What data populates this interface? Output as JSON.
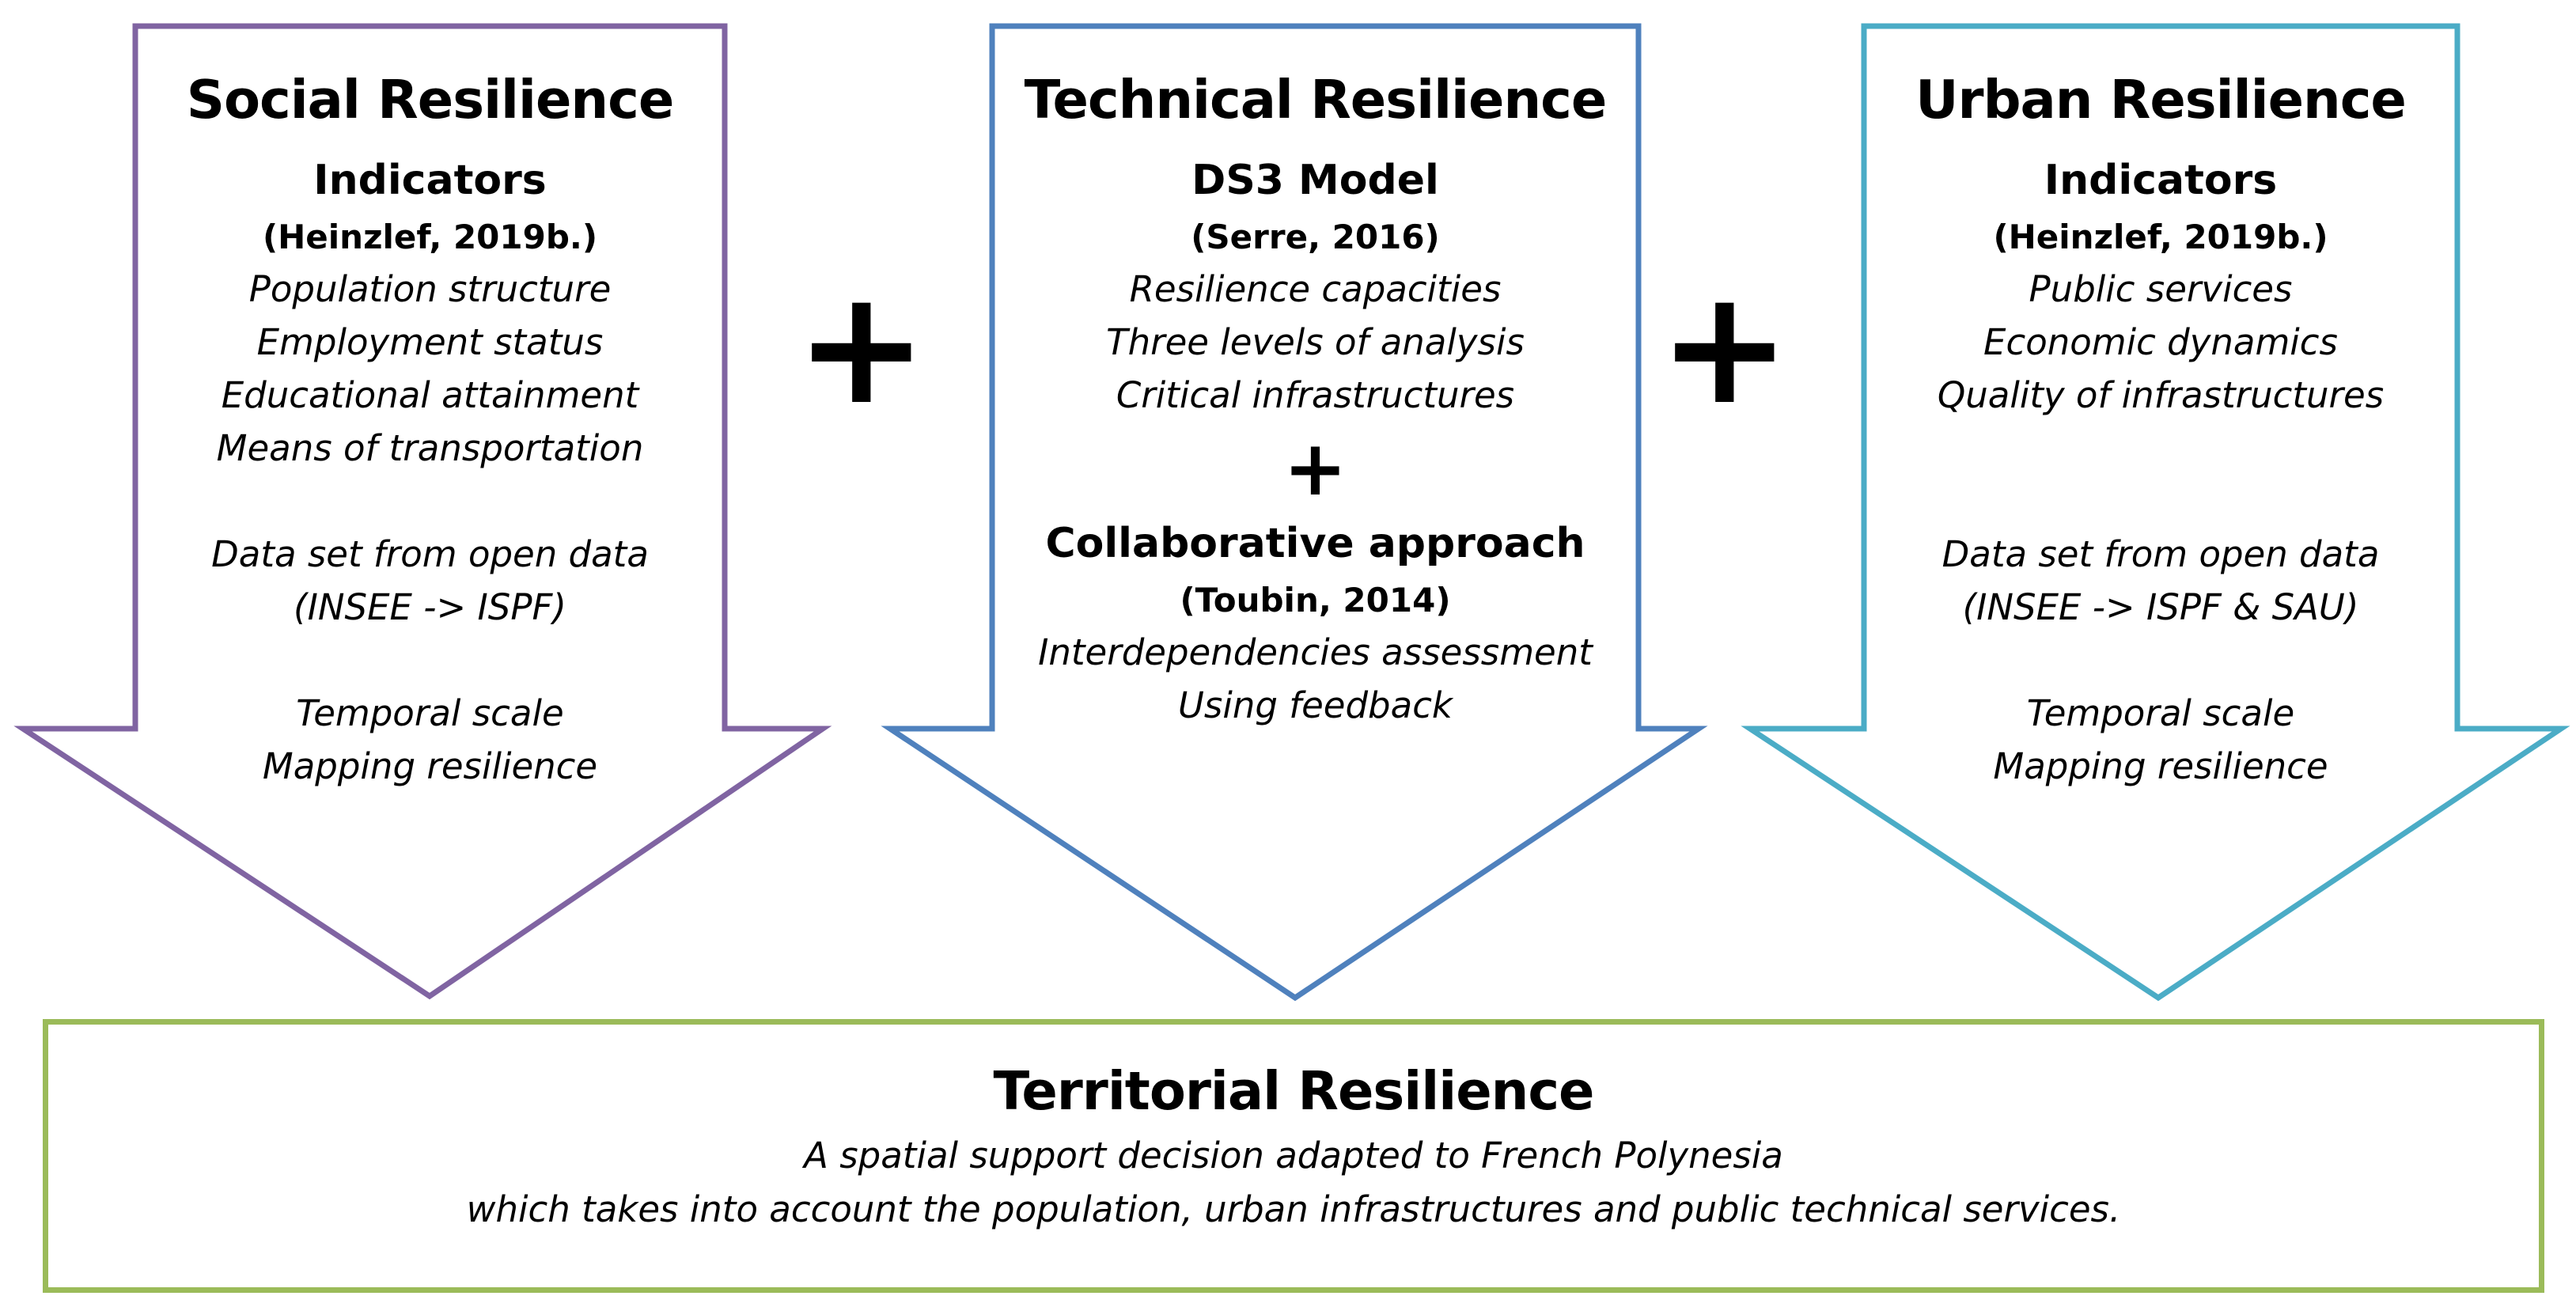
{
  "colors": {
    "social": "#8064a2",
    "technical": "#4f81bd",
    "urban": "#4bacc6",
    "territorial": "#9bbb59"
  },
  "social": {
    "title": "Social Resilience",
    "subtitle": "Indicators",
    "reference": "(Heinzlef, 2019b.)",
    "items": [
      "Population structure",
      "Employment status",
      "Educational attainment",
      "Means of transportation"
    ],
    "data_lines": [
      "Data set from open data",
      "(INSEE -> ISPF)"
    ],
    "extra_items": [
      "Temporal scale",
      "Mapping resilience"
    ]
  },
  "technical": {
    "title": "Technical Resilience",
    "subtitle": "DS3 Model",
    "reference": "(Serre, 2016)",
    "items": [
      "Resilience capacities",
      "Three levels of analysis",
      "Critical infrastructures"
    ],
    "plus": "+",
    "subtitle2": "Collaborative approach",
    "reference2": "(Toubin, 2014)",
    "items2": [
      "Interdependencies assessment",
      "Using feedback"
    ]
  },
  "urban": {
    "title": "Urban Resilience",
    "subtitle": "Indicators",
    "reference": "(Heinzlef, 2019b.)",
    "items": [
      "Public services",
      "Economic dynamics",
      "Quality of infrastructures"
    ],
    "data_lines": [
      "Data set from open data",
      "(INSEE -> ISPF & SAU)"
    ],
    "extra_items": [
      "Temporal scale",
      "Mapping resilience"
    ]
  },
  "operators": {
    "plus_1": "+",
    "plus_2": "+"
  },
  "territorial": {
    "title": "Territorial Resilience",
    "lines": [
      "A spatial support decision adapted to French Polynesia",
      "which takes into account the population,  urban infrastructures and public technical services."
    ]
  }
}
